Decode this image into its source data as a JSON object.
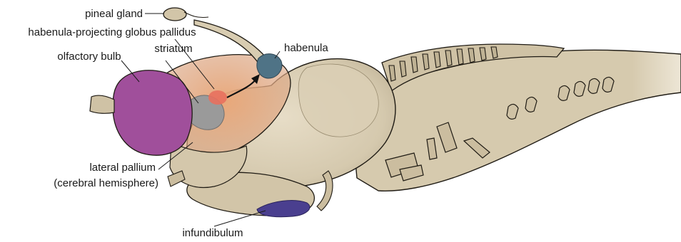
{
  "labels": {
    "pineal_gland": "pineal gland",
    "habenula_projecting_gp": "habenula-projecting globus pallidus",
    "striatum": "striatum",
    "olfactory_bulb": "olfactory bulb",
    "habenula": "habenula",
    "lateral_pallium_line1": "lateral pallium",
    "lateral_pallium_line2": "(cerebral hemisphere)",
    "infundibulum": "infundibulum"
  },
  "colors": {
    "brain_tissue": "#d9cdb4",
    "brain_shadow": "#b7aa8e",
    "outline": "#1f1b14",
    "pallium_orange": "#e6a377",
    "olfactory_bulb": "#a04f9b",
    "habenula": "#4f7386",
    "striatum": "#9a9a9a",
    "globus_pallidus": "#e8705e",
    "infundibulum": "#4a3f8f"
  }
}
